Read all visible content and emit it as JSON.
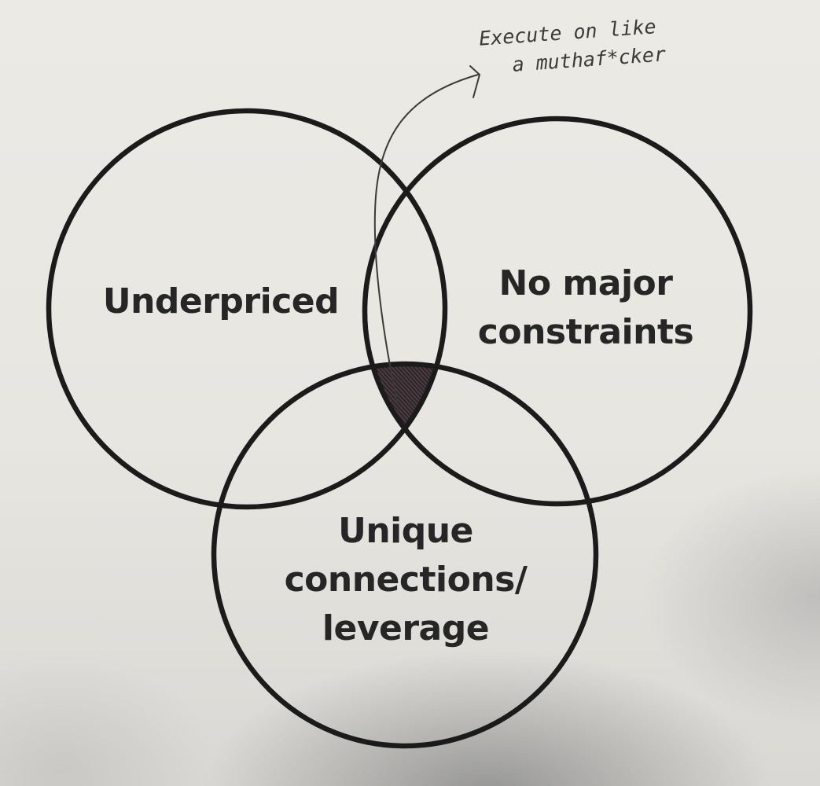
{
  "diagram": {
    "type": "venn",
    "sets": [
      {
        "label": "Underpriced"
      },
      {
        "label_lines": [
          "No major",
          "constraints"
        ]
      },
      {
        "label_lines": [
          "Unique",
          "connections/",
          "leverage"
        ]
      }
    ],
    "annotation": {
      "lines": [
        "Execute on like",
        "a muthaf*cker"
      ],
      "points_to": "intersection of all three sets"
    }
  }
}
